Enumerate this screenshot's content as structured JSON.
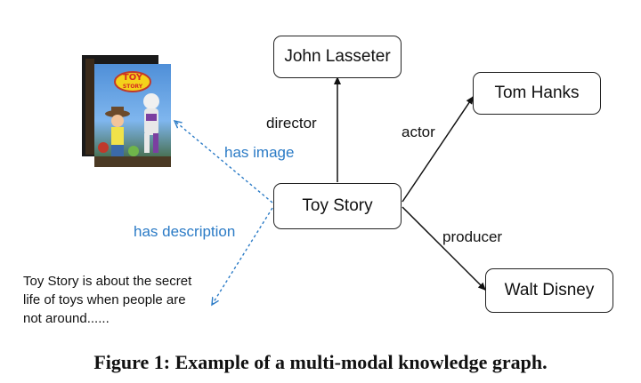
{
  "nodes": {
    "center": "Toy Story",
    "director_node": "John Lasseter",
    "actor_node": "Tom Hanks",
    "producer_node": "Walt Disney"
  },
  "edges": {
    "director": "director",
    "actor": "actor",
    "producer": "producer",
    "has_image": "has image",
    "has_description": "has description"
  },
  "poster_text": "TOY STORY",
  "description_lines": [
    "Toy Story is about the secret",
    "life of toys when people are",
    "not around......"
  ],
  "caption": "Figure 1: Example of a multi-modal knowledge graph.",
  "colors": {
    "blue_edge": "#2b7bc6",
    "black_edge": "#111111"
  }
}
